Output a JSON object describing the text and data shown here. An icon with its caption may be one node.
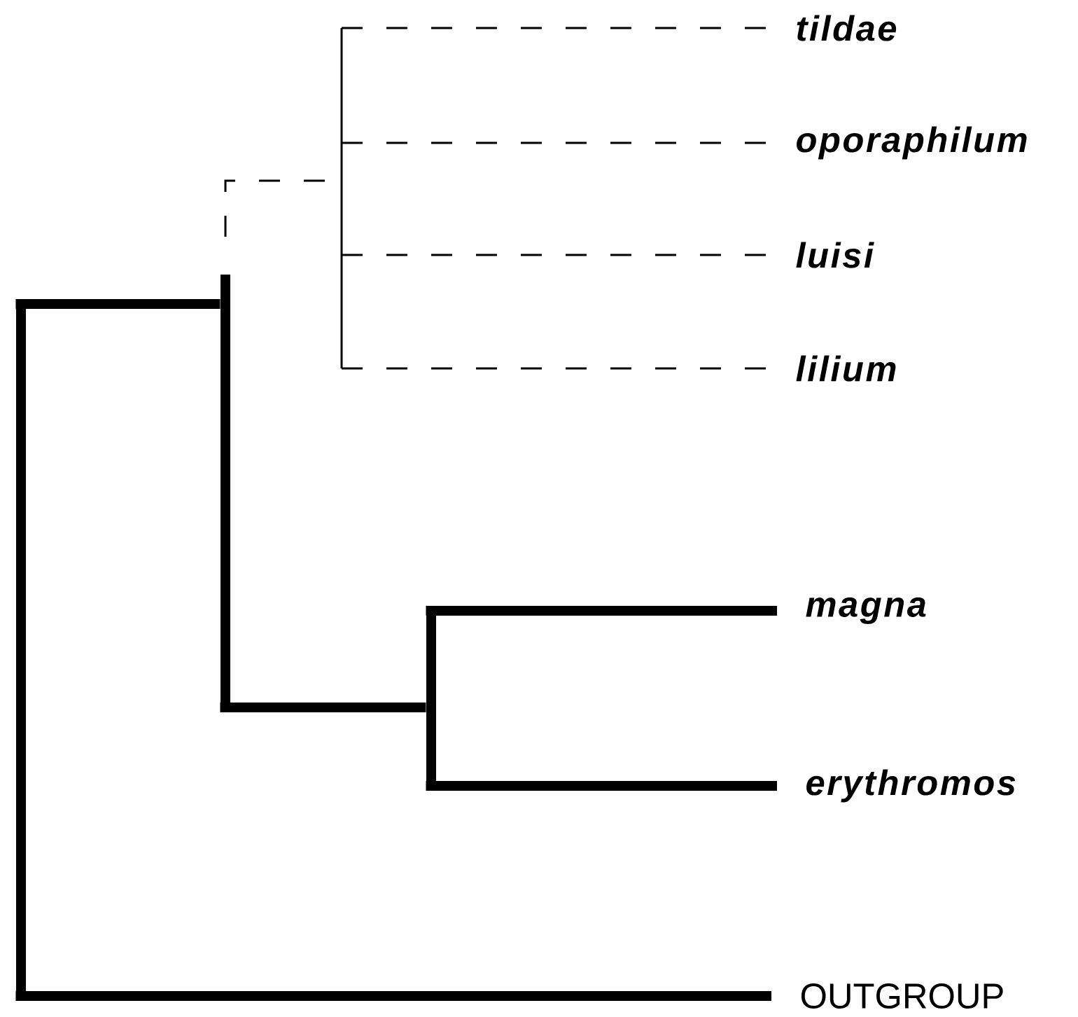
{
  "diagram": {
    "nodes": [
      {
        "text": [
          "tildae"
        ]
      },
      {
        "text": [
          "oporaphilum"
        ]
      },
      {
        "text": [
          "luisi"
        ]
      },
      {
        "text": [
          "lilium"
        ]
      },
      {
        "text": [
          "magna"
        ]
      },
      {
        "text": [
          "erythromos"
        ]
      },
      {
        "text": [
          "OUTGROUP"
        ]
      },
      {
        "text": [],
        "shape": "bar"
      },
      {
        "text": [],
        "shape": "bar"
      },
      {
        "text": [],
        "shape": "bar"
      },
      {
        "text": [],
        "shape": "bar"
      }
    ],
    "edges": [
      {
        "from": 7,
        "to": 8,
        "arrow": "none",
        "style": "thick"
      },
      {
        "from": 7,
        "to": 6,
        "arrow": "none",
        "style": "thick"
      },
      {
        "from": 8,
        "to": 9,
        "arrow": "none",
        "style": "dashed"
      },
      {
        "from": 8,
        "to": 10,
        "arrow": "none",
        "style": "thick"
      },
      {
        "from": 9,
        "to": 0,
        "arrow": "none",
        "style": "dashed"
      },
      {
        "from": 9,
        "to": 1,
        "arrow": "none",
        "style": "dashed"
      },
      {
        "from": 9,
        "to": 2,
        "arrow": "none",
        "style": "dashed"
      },
      {
        "from": 9,
        "to": 3,
        "arrow": "none",
        "style": "dashed"
      },
      {
        "from": 10,
        "to": 4,
        "arrow": "none",
        "style": "thick"
      },
      {
        "from": 10,
        "to": 5,
        "arrow": "none",
        "style": "thick"
      }
    ]
  }
}
